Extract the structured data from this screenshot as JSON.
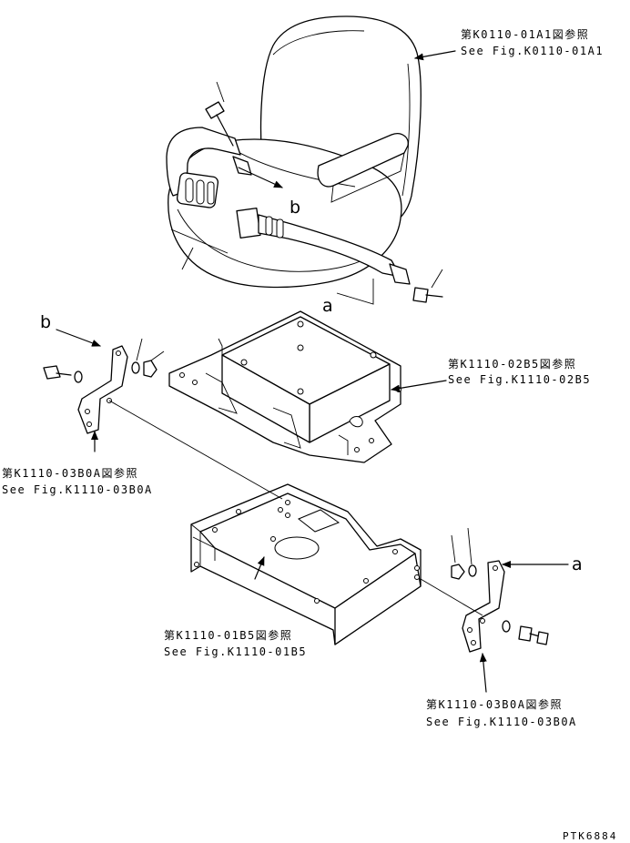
{
  "labels": {
    "seat_jp": "第K0110-01A1図参照",
    "seat_en": "See Fig.K0110-01A1",
    "bracket_jp": "第K1110-02B5図参照",
    "bracket_en": "See Fig.K1110-02B5",
    "left_plate_jp": "第K1110-03B0A図参照",
    "left_plate_en": "See Fig.K1110-03B0A",
    "base_jp": "第K1110-01B5図参照",
    "base_en": "See Fig.K1110-01B5",
    "right_plate_jp": "第K1110-03B0A図参照",
    "right_plate_en": "See Fig.K1110-03B0A"
  },
  "callouts": {
    "a_top": "a",
    "b_top": "b",
    "a_right": "a",
    "b_left": "b"
  },
  "drawing_code": "PTK6884"
}
